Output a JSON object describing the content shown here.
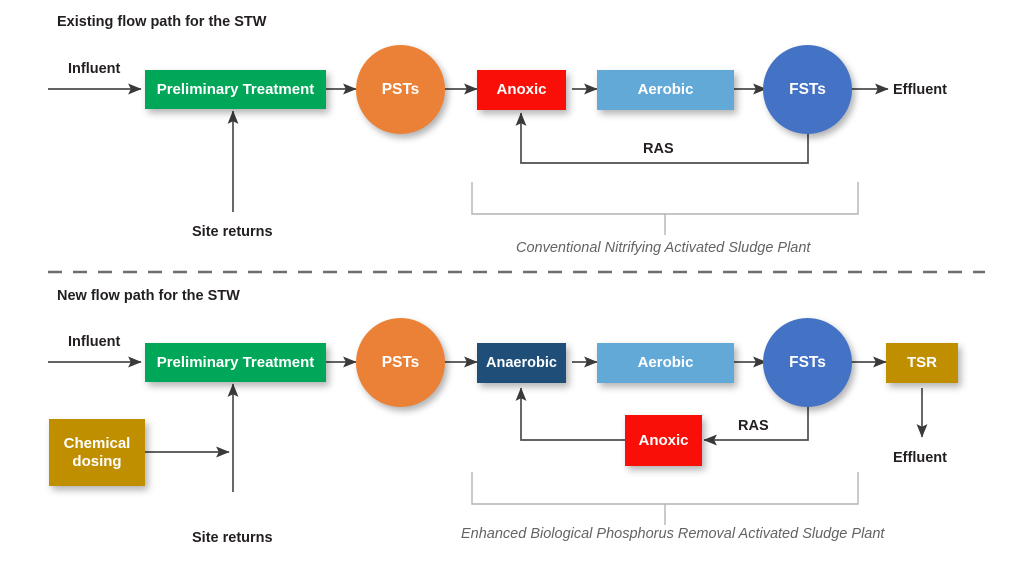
{
  "diagram": {
    "title_top": "Existing flow path for the STW",
    "title_bottom": "New flow path for the STW",
    "caption_top": "Conventional Nitrifying Activated Sludge Plant",
    "caption_bottom": "Enhanced Biological Phosphorus Removal Activated Sludge Plant",
    "colors": {
      "green": "#00a758",
      "orange": "#ea8136",
      "red": "#fa0f08",
      "light_blue": "#62a9d8",
      "blue": "#4472c4",
      "navy": "#1f4e79",
      "gold": "#bf8f00",
      "line": "#4d4d4d",
      "bracket": "#b3b3b3",
      "text": "#231f20",
      "caption_text": "#636363"
    }
  },
  "top_section": {
    "title": "Existing flow path for the STW",
    "nodes": [
      {
        "id": "prelim",
        "label": "Preliminary Treatment",
        "shape": "rect",
        "color": "#00a758"
      },
      {
        "id": "psts",
        "label": "PSTs",
        "shape": "circle",
        "color": "#ea8136"
      },
      {
        "id": "anoxic",
        "label": "Anoxic",
        "shape": "rect",
        "color": "#fa0f08"
      },
      {
        "id": "aerobic",
        "label": "Aerobic",
        "shape": "rect",
        "color": "#62a9d8"
      },
      {
        "id": "fsts",
        "label": "FSTs",
        "shape": "circle",
        "color": "#4472c4"
      }
    ],
    "labels": {
      "influent": "Influent",
      "effluent": "Effluent",
      "site_returns": "Site returns",
      "ras": "RAS"
    },
    "caption": "Conventional Nitrifying Activated Sludge Plant"
  },
  "bottom_section": {
    "title": "New flow path for the STW",
    "nodes": [
      {
        "id": "prelim2",
        "label": "Preliminary Treatment",
        "shape": "rect",
        "color": "#00a758"
      },
      {
        "id": "psts2",
        "label": "PSTs",
        "shape": "circle",
        "color": "#ea8136"
      },
      {
        "id": "anaerobic",
        "label": "Anaerobic",
        "shape": "rect",
        "color": "#1f4e79"
      },
      {
        "id": "aerobic2",
        "label": "Aerobic",
        "shape": "rect",
        "color": "#62a9d8"
      },
      {
        "id": "fsts2",
        "label": "FSTs",
        "shape": "circle",
        "color": "#4472c4"
      },
      {
        "id": "tsr",
        "label": "TSR",
        "shape": "rect",
        "color": "#bf8f00"
      },
      {
        "id": "anoxic2",
        "label": "Anoxic",
        "shape": "rect",
        "color": "#fa0f08"
      },
      {
        "id": "chemical",
        "label": "Chemical dosing",
        "shape": "rect",
        "color": "#bf8f00"
      }
    ],
    "labels": {
      "influent": "Influent",
      "effluent": "Effluent",
      "site_returns": "Site returns",
      "ras": "RAS",
      "chemical_dosing_line1": "Chemical",
      "chemical_dosing_line2": "dosing"
    },
    "caption": "Enhanced Biological Phosphorus Removal Activated Sludge Plant"
  }
}
